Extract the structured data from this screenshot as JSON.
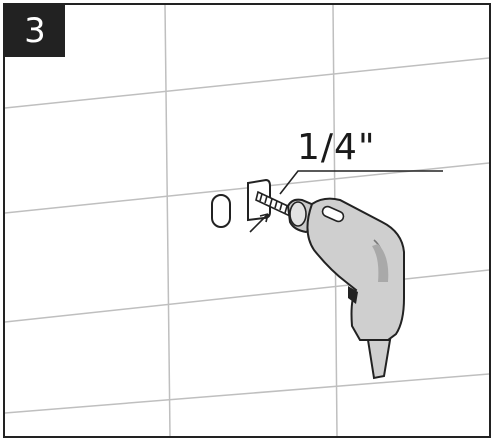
{
  "step": {
    "number": "3"
  },
  "callout": {
    "dimension": "1/4\""
  },
  "colors": {
    "frame": "#222222",
    "grout": "#bfbfbf",
    "drill_body": "#cfcfcf",
    "drill_shade": "#a9a9a9",
    "ink": "#222222",
    "badge_background": "#222222",
    "badge_text": "#ffffff"
  },
  "illustration": {
    "elements": [
      "tile-wall",
      "wall-anchor-slot",
      "screw",
      "drill-bit",
      "cordless-drill",
      "leader-line",
      "arrow"
    ]
  }
}
